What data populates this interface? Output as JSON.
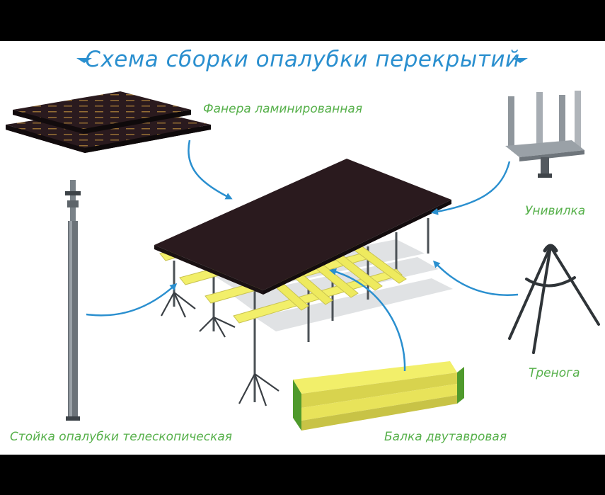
{
  "title": "Схема сборки опалубки перекрытий",
  "labels": {
    "plywood": "Фанера ламинированная",
    "fork_head": "Унивилка",
    "tripod": "Тренога",
    "telescopic_prop": "Стойка опалубки телескопическая",
    "i_beam": "Балка двутавровая"
  },
  "colors": {
    "title_blue": "#2a8fcf",
    "label_green": "#56b04a",
    "arrow_blue": "#2a8fcf",
    "plywood_dark": "#2a1a1e",
    "beam_yellow": "#f2ef6a",
    "beam_end_green": "#4f9a2c",
    "steel_grey": "#8a9096"
  },
  "icons": [
    "down-triangle-icon",
    "down-triangle-icon"
  ]
}
